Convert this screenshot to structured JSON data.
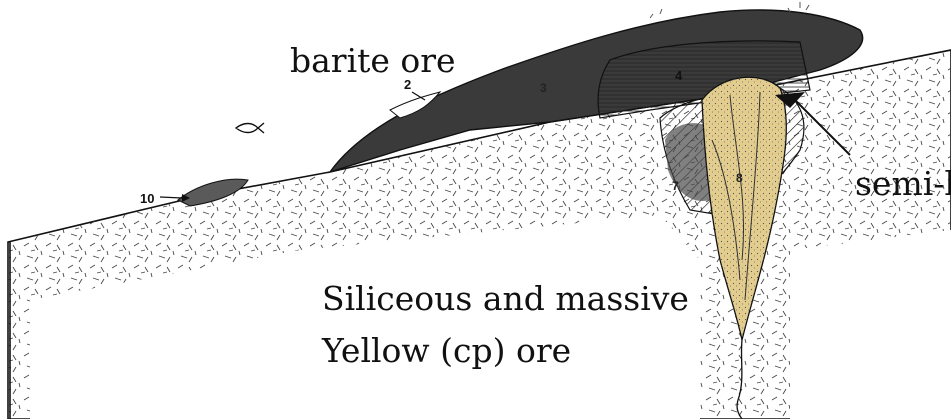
{
  "labels": {
    "barite": "barite ore",
    "semi": "semi-bl",
    "siliceous_line1": "Siliceous and massive",
    "siliceous_line2": "Yellow (cp) ore"
  },
  "unit_numbers": {
    "n2": "2",
    "n3": "3",
    "n4": "4",
    "n7": "7",
    "n8": "8",
    "n10": "10"
  },
  "colors": {
    "black_ore": "#3a3a3a",
    "yellow_ore": "#e2cc8e",
    "country_rock": "#ffffff",
    "line": "#111111"
  }
}
